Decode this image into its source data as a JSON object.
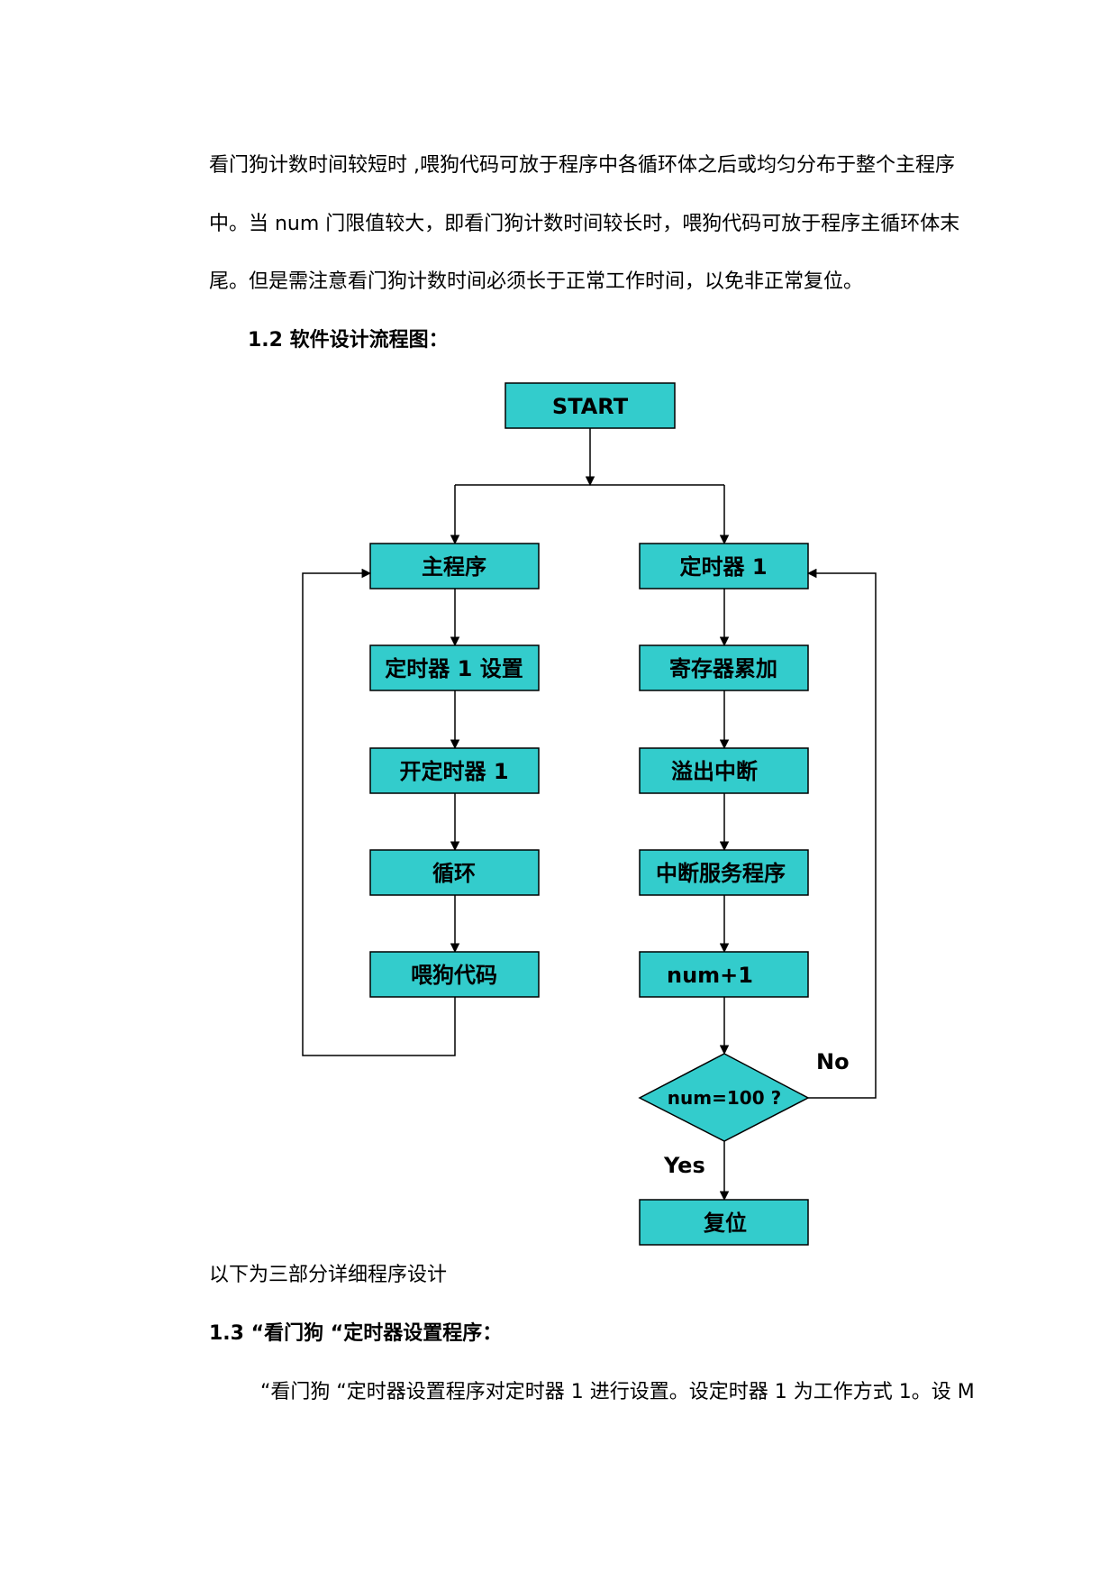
{
  "text": {
    "para1_line1": "看门狗计数时间较短时 ,喂狗代码可放于程序中各循环体之后或均匀分布于整个主程序",
    "para1_line2": "中。当 num 门限值较大，即看门狗计数时间较长时，喂狗代码可放于程序主循环体末",
    "para1_line3": "尾。但是需注意看门狗计数时间必须长于正常工作时间，以免非正常复位。",
    "heading_1_2": "1.2 软件设计流程图：",
    "line_after": "以下为三部分详细程序设计",
    "heading_1_3": "1.3 “看门狗 “定时器设置程序：",
    "para_last": "“看门狗 “定时器设置程序对定时器 1 进行设置。设定时器 1 为工作方式 1。设 M"
  },
  "flowchart": {
    "start": "START",
    "left": {
      "main": "主程序",
      "timer_setup": "定时器 1 设置",
      "open_timer": "开定时器 1",
      "loop": "循环",
      "feed_dog": "喂狗代码"
    },
    "right": {
      "timer1": "定时器 1",
      "accumulate": "寄存器累加",
      "overflow": "溢出中断",
      "isr": "中断服务程序",
      "num_inc": "num+1",
      "decision": "num=100 ?",
      "reset": "复位"
    },
    "no_label": "No",
    "yes_label": "Yes",
    "colors": {
      "box_fill": "#33cccc",
      "stroke": "#000000"
    }
  }
}
